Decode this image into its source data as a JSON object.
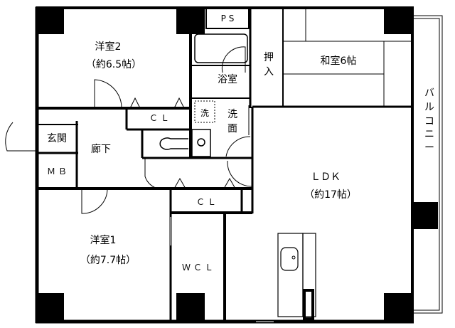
{
  "rooms": {
    "western2": {
      "name": "洋室2",
      "size": "（約6.5帖）"
    },
    "western1": {
      "name": "洋室1",
      "size": "（約7.7帖）"
    },
    "japanese": {
      "name": "和室6帖"
    },
    "ldk": {
      "name": "ＬＤＫ",
      "size": "（約17帖）"
    },
    "ps": "PS",
    "bath": "浴室",
    "washer": "洗",
    "washroom": [
      "洗",
      "面"
    ],
    "closet_oshiire": [
      "押",
      "入"
    ],
    "closet_top": "ＣＬ",
    "closet_mid": "ＣＬ",
    "entrance": "玄関",
    "hallway": "廊下",
    "meter_box": "ＭＢ",
    "walkin_closet": "ＷＣＬ",
    "balcony": [
      "バ",
      "ル",
      "コ",
      "ニ",
      "ー"
    ]
  },
  "colors": {
    "wall": "#000000",
    "background": "#ffffff"
  }
}
